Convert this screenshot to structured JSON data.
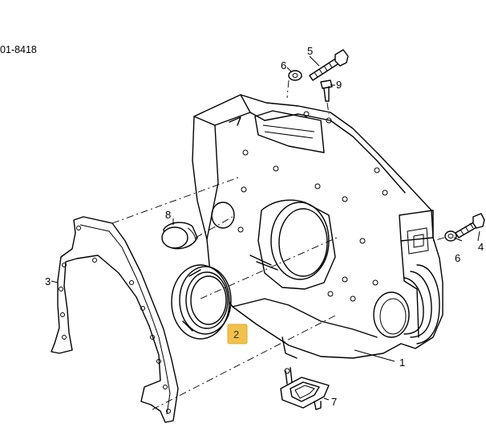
{
  "figure_ref": "01-8418",
  "callouts": [
    {
      "id": "c1",
      "label": "1"
    },
    {
      "id": "c2",
      "label": "2",
      "highlight": true,
      "highlight_color": "#f2c14b"
    },
    {
      "id": "c3",
      "label": "3"
    },
    {
      "id": "c4",
      "label": "4"
    },
    {
      "id": "c5",
      "label": "5"
    },
    {
      "id": "c6a",
      "label": "6"
    },
    {
      "id": "c6b",
      "label": "6"
    },
    {
      "id": "c7",
      "label": "7"
    },
    {
      "id": "c8",
      "label": "8"
    },
    {
      "id": "c9",
      "label": "9"
    }
  ]
}
